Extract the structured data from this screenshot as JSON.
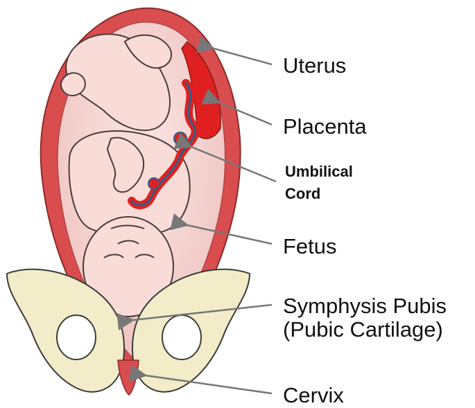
{
  "labels": {
    "uterus": "Uterus",
    "placenta": "Placenta",
    "umbilical_cord_line1": "Umbilical",
    "umbilical_cord_line2": "Cord",
    "fetus": "Fetus",
    "symphysis_line1": "Symphysis Pubis",
    "symphysis_line2": "(Pubic Cartilage)",
    "cervix": "Cervix"
  },
  "colors": {
    "uterus_wall": "#d94d4f",
    "uterus_inner": "#f6d3d1",
    "fetus_skin": "#f9dcd8",
    "fetus_outline": "#4a3a3a",
    "placenta": "#e02020",
    "cord_vein": "#2e5f8a",
    "bone": "#f2ecc9",
    "leader_line": "#777777"
  }
}
